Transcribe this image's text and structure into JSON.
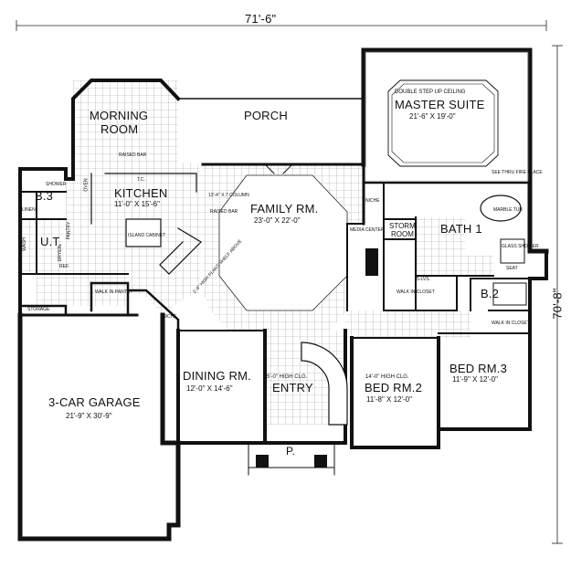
{
  "plan": {
    "overall_width": "71'-6\"",
    "overall_depth": "70'-8\"",
    "rooms": {
      "morning_room": {
        "line1": "MORNING",
        "line2": "ROOM"
      },
      "porch": {
        "name": "PORCH"
      },
      "master_suite": {
        "ceiling": "DOUBLE STEP UP CEILING",
        "name": "MASTER SUITE",
        "dims": "21'-6\" X 19'-0\""
      },
      "kitchen": {
        "name": "KITCHEN",
        "dims": "11'-0\" X 15'-6\""
      },
      "family": {
        "name": "FAMILY RM.",
        "dims": "23'-0\" X 22'-0\""
      },
      "bath1": {
        "name": "BATH 1"
      },
      "b3": {
        "name": "B.3"
      },
      "ut": {
        "name": "U.T."
      },
      "b2": {
        "name": "B.2"
      },
      "storm": {
        "line1": "STORM",
        "line2": "ROOM"
      },
      "dining": {
        "name": "DINING RM.",
        "dims": "12'-0\" X 14'-6\""
      },
      "entry": {
        "name": "ENTRY",
        "ceiling": "5'-0\" HIGH CLG."
      },
      "bed2": {
        "ceiling": "14'-0\" HIGH CLG.",
        "name": "BED RM.2",
        "dims": "11'-8\" X 12'-0\""
      },
      "bed3": {
        "name": "BED RM.3",
        "dims": "11'-9\" X 12'-0\""
      },
      "garage": {
        "name": "3-CAR GARAGE",
        "dims": "21'-9\" X 30'-9\""
      },
      "p": {
        "name": "P."
      }
    },
    "notes": {
      "shower": "SHOWER",
      "linen": "LINEN",
      "dryer": "DRYER",
      "washer": "WASH",
      "pantry": "PANTRY",
      "storage": "STORAGE",
      "walk_in_pantry": "WALK IN PANTRY",
      "niche_lower": "NICHE",
      "niche_upper": "NICHE",
      "media_center": "MEDIA CENTER",
      "walk_in_closet": "WALK IN CLOSET",
      "walk_in_closet2": "WALK IN CLOSET",
      "shelves": "5-LVS.",
      "marble_tub": "MARBLE TUB",
      "glass_shower": "GLASS SHOWER",
      "seat": "SEAT",
      "see_thru_fireplace": "SEE THRU FIRE PLACE",
      "raised_bar": "RAISED BAR",
      "raised_bar2": "RAISED BAR",
      "island_cabinet": "ISLAND CABINET",
      "tc": "T.C.",
      "oven": "OVEN",
      "ref": "REF.",
      "column": "13'-4\" X.7 COLUMN",
      "plant_shelf": "2'-0\" HIGH PLANT SHELF ABOVE"
    }
  }
}
